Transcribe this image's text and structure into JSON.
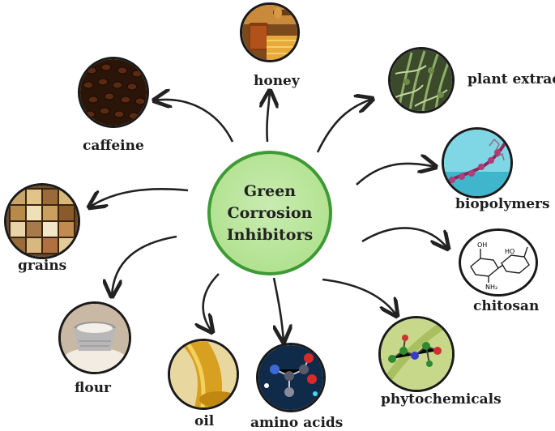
{
  "center": {
    "lines": [
      "Green",
      "Corrosion",
      "Inhibitors"
    ]
  },
  "items": [
    {
      "key": "honey",
      "label": "honey"
    },
    {
      "key": "plant_extract",
      "label": "plant extract"
    },
    {
      "key": "caffeine",
      "label": "caffeine"
    },
    {
      "key": "biopolymers",
      "label": "biopolymers"
    },
    {
      "key": "grains",
      "label": "grains"
    },
    {
      "key": "chitosan",
      "label": "chitosan"
    },
    {
      "key": "flour",
      "label": "flour"
    },
    {
      "key": "phytochemicals",
      "label": "phytochemicals"
    },
    {
      "key": "oil",
      "label": "oil"
    },
    {
      "key": "amino_acids",
      "label": "amino acids"
    }
  ],
  "chitosan_structure": {
    "oh": "OH",
    "nh2": "NH₂",
    "ho": "HO"
  }
}
